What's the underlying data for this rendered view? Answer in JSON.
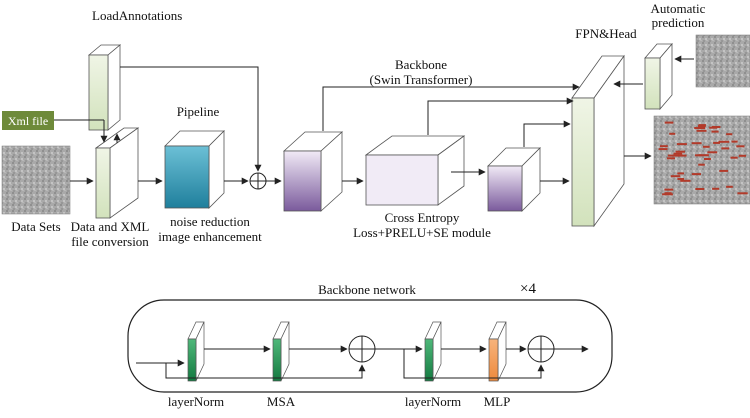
{
  "labels": {
    "load_annotations": "LoadAnnotations",
    "backbone_line1": "Backbone",
    "backbone_line2": "(Swin Transformer)",
    "fpn_head": "FPN&Head",
    "auto_line1": "Automatic",
    "auto_line2": "prediction",
    "xml_file": "Xml file",
    "pipeline": "Pipeline",
    "data_sets": "Data Sets",
    "conversion_line1": "Data and XML",
    "conversion_line2": "file conversion",
    "noise_line1": "noise reduction",
    "noise_line2": "image enhancement",
    "ce_line1": "Cross Entropy",
    "ce_line2": "Loss+PRELU+SE module",
    "backbone_network": "Backbone network",
    "times": "×4",
    "layernorm1": "layerNorm",
    "msa": "MSA",
    "layernorm2": "layerNorm",
    "mlp": "MLP"
  },
  "colors": {
    "xml_box": "#6e8a3a",
    "green_front": "#e2ecd2",
    "teal_front": "#2f93ad",
    "purple_front": "#8a6aa8",
    "purple_light": "#eee6f4",
    "layer_green": "#1e8e50",
    "mlp_orange": "#f0944c"
  },
  "icons": {
    "sum_node": "circle-plus-icon",
    "arrow": "arrow-right-icon"
  }
}
